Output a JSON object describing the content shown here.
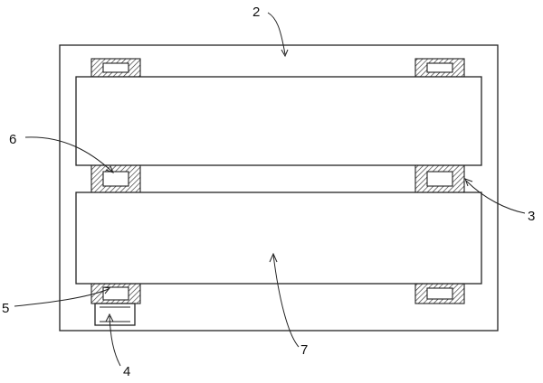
{
  "labels": {
    "frame": "2",
    "right_bearing": "3",
    "drive_fitting": "4",
    "left_bearing": "5",
    "bearing_gap": "6",
    "roller": "7"
  }
}
